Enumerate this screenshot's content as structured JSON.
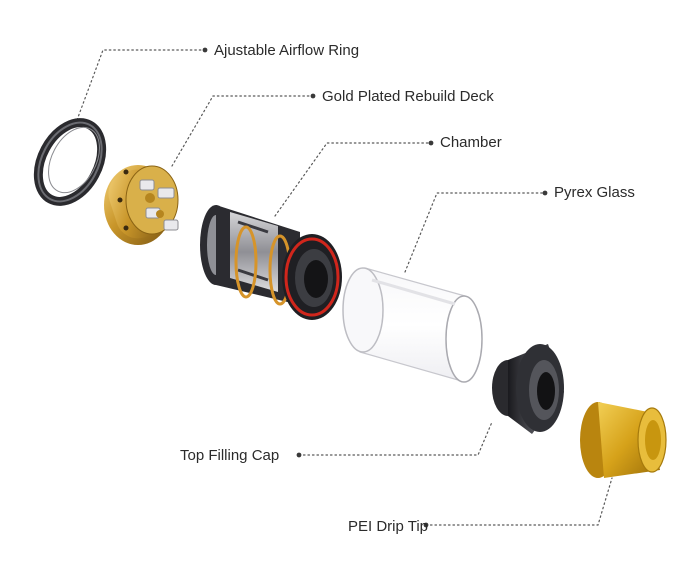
{
  "labels": {
    "airflow_ring": "Ajustable Airflow Ring",
    "rebuild_deck": "Gold Plated Rebuild Deck",
    "chamber": "Chamber",
    "pyrex_glass": "Pyrex Glass",
    "top_filling_cap": "Top Filling Cap",
    "drip_tip": "PEI Drip Tip"
  },
  "colors": {
    "leader_line": "#5a5a5a",
    "label_text": "#2b2b2b",
    "gold": "#c9962a",
    "black_metal": "#2a2a2e",
    "accent_red": "#d0261c",
    "drip_tip": "#d6a21a"
  }
}
